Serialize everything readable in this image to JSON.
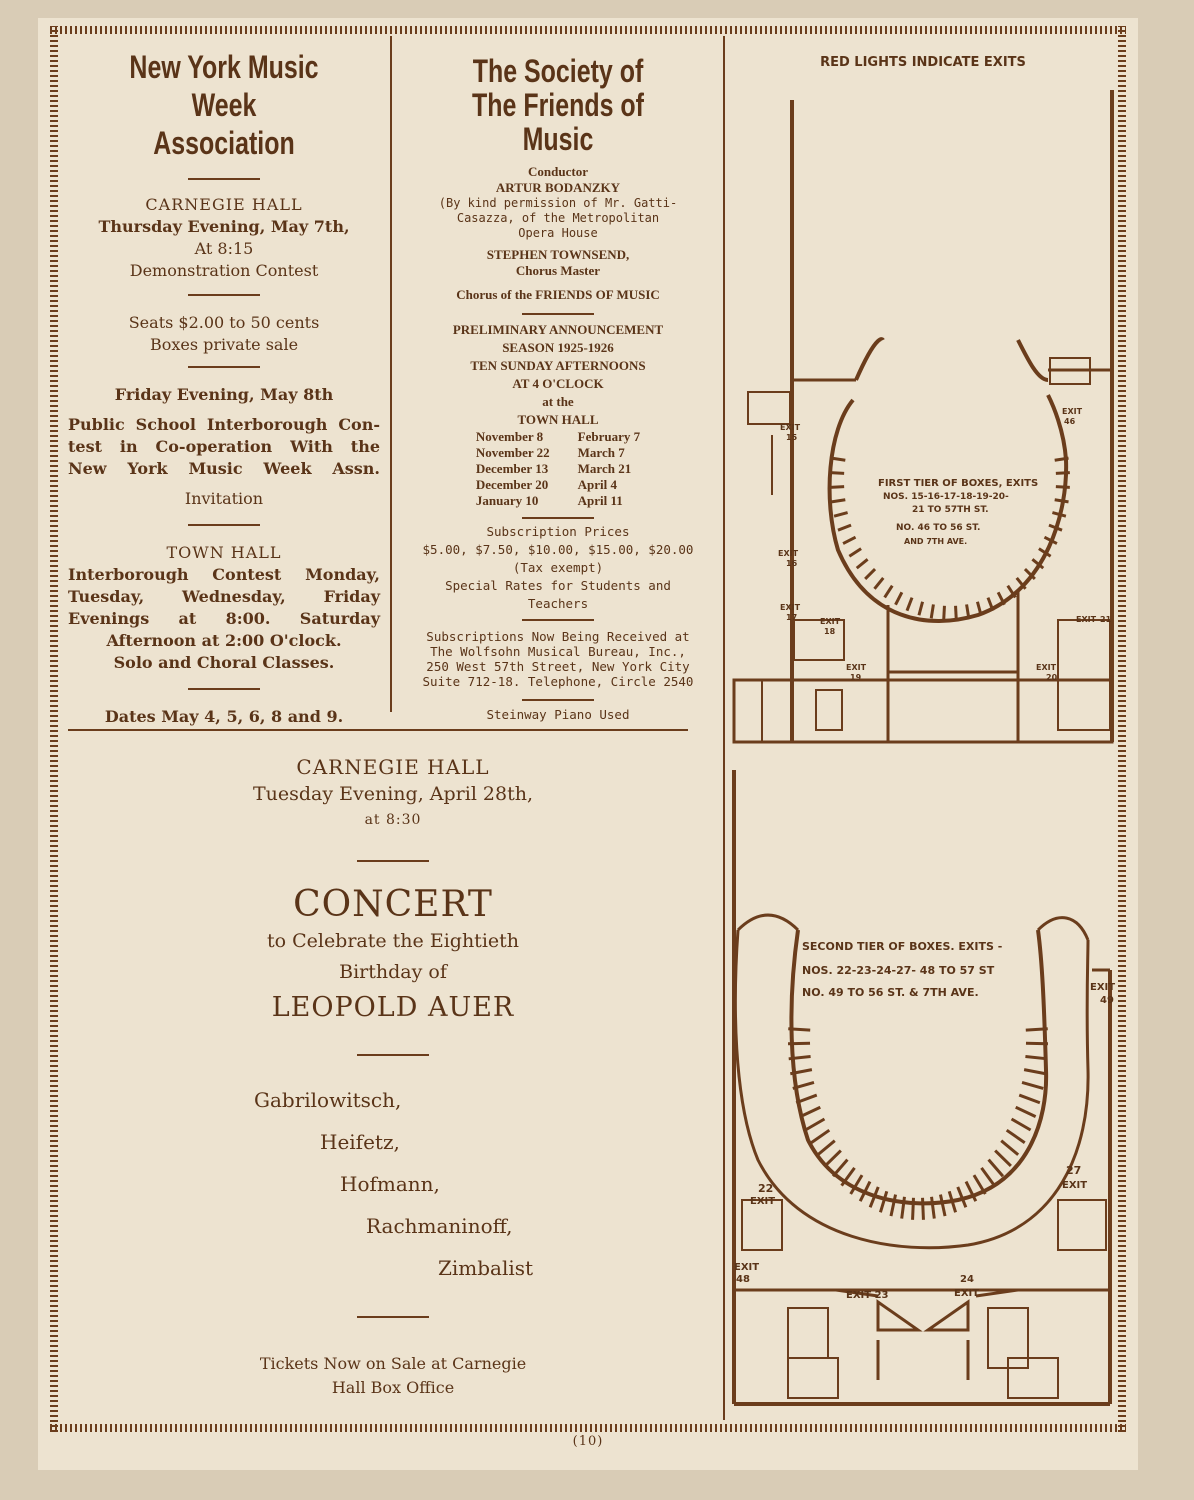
{
  "nymwa": {
    "title_1": "New York Music Week",
    "title_2": "Association",
    "hall_1": "CARNEGIE HALL",
    "date_1": "Thursday Evening, May 7th,",
    "time_1": "At 8:15",
    "event_1": "Demonstration Contest",
    "seats": "Seats $2.00 to 50 cents",
    "boxes": "Boxes private sale",
    "date_2": "Friday Evening, May 8th",
    "contest_2_line1": "Public School Interborough Con-",
    "contest_2_line2": "test in Co-operation With the",
    "contest_2_line3": "New York Music Week Assn.",
    "invitation": "Invitation",
    "hall_3": "TOWN HALL",
    "contest_3_line1": "Interborough Contest Monday,",
    "contest_3_line2": "Tuesday, Wednesday, Friday",
    "contest_3_line3": "Evenings at 8:00. Saturday",
    "contest_3_line4": "Afternoon at 2:00 O'clock.",
    "contest_3_line5": "Solo and Choral Classes.",
    "dates": "Dates May 4, 5, 6, 8 and 9."
  },
  "friends": {
    "title_1": "The Society of",
    "title_2": "The Friends of Music",
    "conductor_label": "Conductor",
    "conductor_name": "ARTUR BODANZKY",
    "permission_1": "(By kind permission of Mr. Gatti-",
    "permission_2": "Casazza, of the Metropolitan",
    "permission_3": "Opera House",
    "chorus_master_name": "STEPHEN TOWNSEND,",
    "chorus_master_role": "Chorus Master",
    "chorus": "Chorus of the FRIENDS OF MUSIC",
    "announce_1": "PRELIMINARY ANNOUNCEMENT",
    "announce_2": "SEASON 1925-1926",
    "announce_3": "TEN SUNDAY AFTERNOONS",
    "announce_4": "AT 4 O'CLOCK",
    "announce_5": "at the",
    "announce_6": "TOWN HALL",
    "dates_left": [
      "November 8",
      "November 22",
      "December 13",
      "December 20",
      "January 10"
    ],
    "dates_right": [
      "February 7",
      "March 7",
      "March 21",
      "April 4",
      "April 11"
    ],
    "prices_label": "Subscription Prices",
    "prices": "$5.00, $7.50, $10.00, $15.00, $20.00",
    "tax": "(Tax exempt)",
    "special_1": "Special Rates for Students and",
    "special_2": "Teachers",
    "subs_1": "Subscriptions Now Being Received at",
    "subs_2": "The Wolfsohn Musical Bureau, Inc.,",
    "subs_3": "250 West 57th Street, New York City",
    "subs_4": "Suite 712-18. Telephone, Circle 2540",
    "piano": "Steinway Piano Used"
  },
  "concert": {
    "hall": "CARNEGIE HALL",
    "date": "Tuesday Evening, April 28th,",
    "time": "at 8:30",
    "title": "CONCERT",
    "sub_1": "to Celebrate the Eightieth",
    "sub_2": "Birthday of",
    "honoree": "LEOPOLD AUER",
    "artists": [
      "Gabrilowitsch,",
      "Heifetz,",
      "Hofmann,",
      "Rachmaninoff,",
      "Zimbalist"
    ],
    "tickets_1": "Tickets Now on Sale at Carnegie",
    "tickets_2": "Hall Box Office"
  },
  "plans": {
    "header": "RED LIGHTS INDICATE EXITS",
    "first_tier_1": "FIRST TIER OF BOXES, EXITS",
    "first_tier_2": "NOS. 15-16-17-18-19-20-",
    "first_tier_3": "21 TO 57TH ST.",
    "first_tier_4": "NO. 46 TO 56 ST.",
    "first_tier_5": "AND 7TH AVE.",
    "first_exits": {
      "e15": "15",
      "e16": "16",
      "e17": "17",
      "e18": "18",
      "e19": "19",
      "e20": "20",
      "e21": "21",
      "e46": "46"
    },
    "exit_word": "EXIT",
    "second_tier_1": "SECOND TIER OF BOXES. EXITS -",
    "second_tier_2": "NOS. 22-23-24-27- 48 TO 57 ST",
    "second_tier_3": "NO. 49 TO 56 ST. & 7TH AVE.",
    "second_exits": {
      "e22": "22",
      "e23": "EXIT 23",
      "e24": "24",
      "e27": "27",
      "e48": "48",
      "e49": "49"
    }
  },
  "page_number": "(10)"
}
